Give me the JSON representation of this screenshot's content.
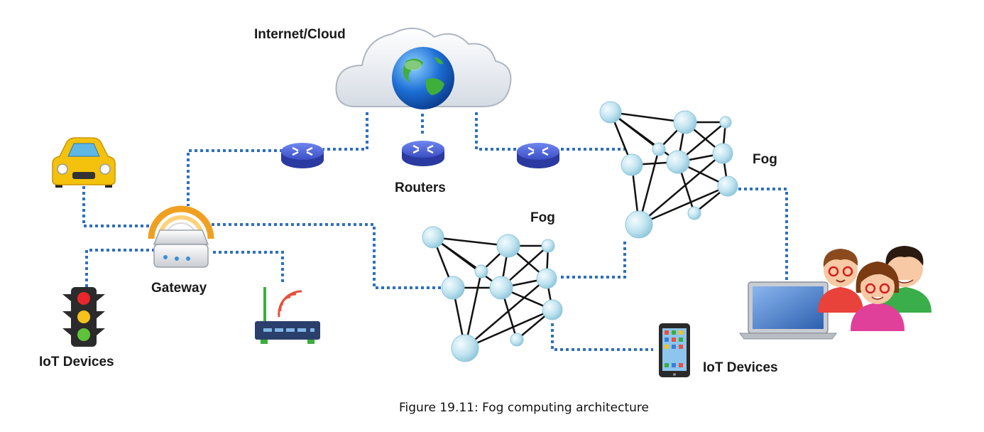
{
  "labels": {
    "cloud": "Internet/Cloud",
    "routers": "Routers",
    "fog_right": "Fog",
    "fog_center": "Fog",
    "gateway": "Gateway",
    "iot_left": "IoT Devices",
    "iot_right": "IoT Devices"
  },
  "caption": "Figure 19.11: Fog computing architecture",
  "colors": {
    "link_dotted": "#2f6fbf",
    "fog_node": "#bfe3ef",
    "fog_edge": "#111111",
    "router": "#3b4fc4",
    "cloud": "#e9edf3",
    "globe_sea": "#1e6fd6",
    "globe_land": "#3fae3a",
    "car": "#f4c20d",
    "traffic_light_body": "#2b2b2b",
    "tablet": "#2a2a2a",
    "wifi_router_body": "#2a3f6b",
    "laptop_screen": "#3d74c6"
  },
  "icons": [
    "cloud-icon",
    "globe-icon",
    "router-icon",
    "car-icon",
    "gateway-icon",
    "traffic-light-icon",
    "wifi-router-icon",
    "tablet-icon",
    "laptop-icon",
    "people-icon",
    "fog-network-icon"
  ]
}
